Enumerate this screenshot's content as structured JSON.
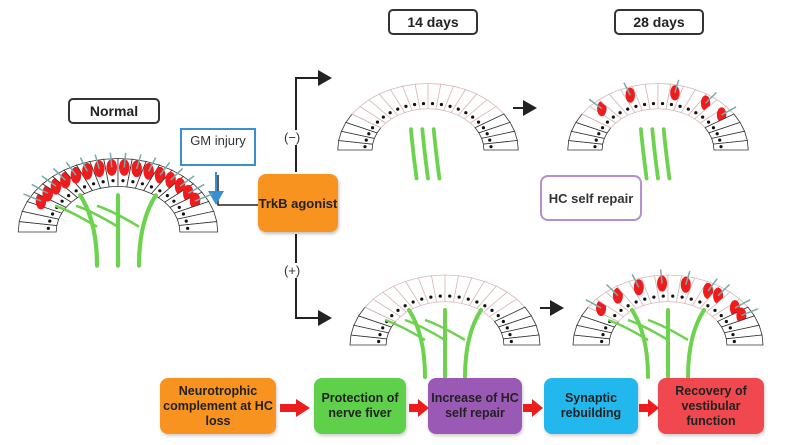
{
  "labels": {
    "normal": "Normal",
    "day14": "14 days",
    "day28": "28 days",
    "gm_injury": "GM injury",
    "trkb": "TrkB agonist",
    "minus": "(−)",
    "plus": "(+)",
    "hc_self_repair": "HC self repair"
  },
  "steps": [
    {
      "label": "Neurotrophic complement at HC loss",
      "color": "#f7931e"
    },
    {
      "label": "Protection of nerve fiver",
      "color": "#5fd04a"
    },
    {
      "label": "Increase of HC self repair",
      "color": "#9b59b6"
    },
    {
      "label": "Synaptic rebuilding",
      "color": "#22b8ee"
    },
    {
      "label": "Recovery of vestibular function",
      "color": "#f0484e"
    }
  ],
  "colors": {
    "hair_cell": "#ee1c1c",
    "nerve": "#6dd34e",
    "arrow_red": "#ee1c1c"
  }
}
